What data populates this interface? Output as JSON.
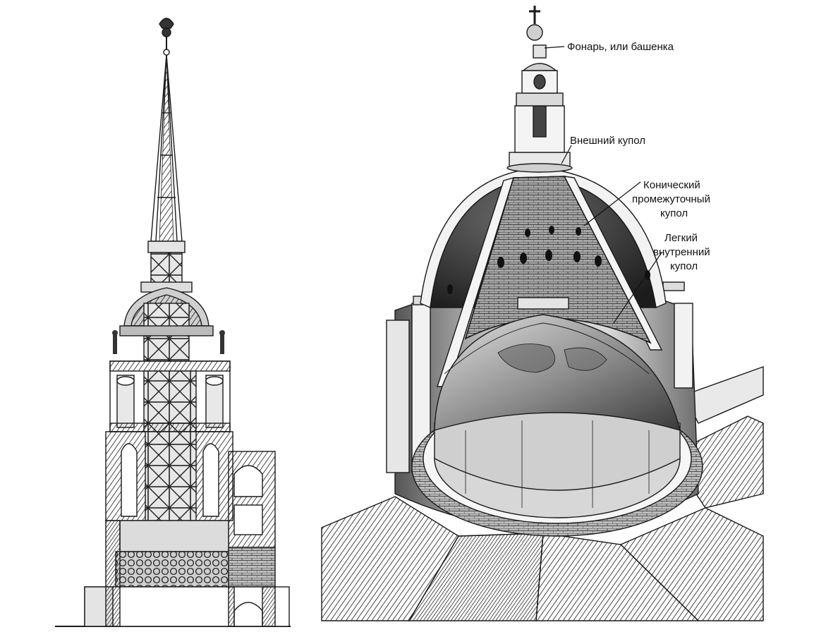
{
  "colors": {
    "ink": "#1a1a1a",
    "paper": "#ffffff",
    "shade_light": "#d9d9d9",
    "shade_mid": "#a8a8a8",
    "shade_dark": "#4a4a4a",
    "shade_black": "#1e1e1e"
  },
  "callouts": {
    "lantern": "Фонарь, или башенка",
    "outer_dome": "Внешний купол",
    "conical_line1": "Конический",
    "conical_line2": "промежуточный",
    "conical_line3": "купол",
    "inner_line1": "Легкий",
    "inner_line2": "внутренний",
    "inner_line3": "купол"
  }
}
